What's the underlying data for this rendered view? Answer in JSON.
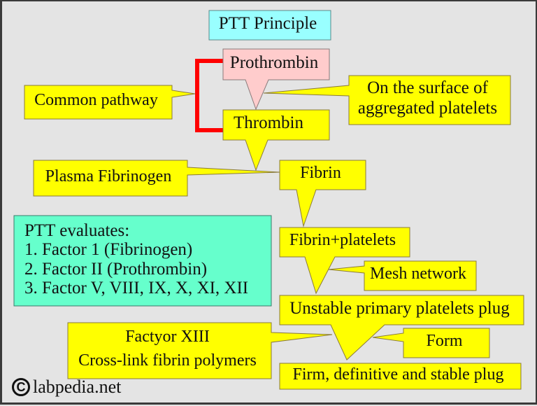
{
  "title": "PTT Principle",
  "colors": {
    "background": "#e4e4e4",
    "title_fill": "#99ffff",
    "prothrombin_fill": "#ffcccc",
    "callout_fill": "#ffff00",
    "evaluates_fill": "#66ffcc",
    "bracket": "#ff0000",
    "box_border": "#8a7a3a"
  },
  "nodes": {
    "prothrombin": "Prothrombin",
    "thrombin": "Thrombin",
    "common_pathway": "Common pathway",
    "surface_note_line1": "On the surface of",
    "surface_note_line2": "aggregated platelets",
    "plasma_fibrinogen": "Plasma Fibrinogen",
    "fibrin": "Fibrin",
    "fibrin_platelets": "Fibrin+platelets",
    "mesh_network": "Mesh network",
    "unstable_plug": "Unstable primary platelets plug",
    "factor_xiii_line1": "Factyor XIII",
    "factor_xiii_line2": "Cross-link fibrin polymers",
    "form": "Form",
    "stable_plug": "Firm, definitive and stable plug"
  },
  "evaluates": {
    "heading": "PTT evaluates:",
    "items": [
      "1. Factor 1 (Fibrinogen)",
      "2. Factor II (Prothrombin)",
      "3. Factor V, VIII, IX, X, XI, XII"
    ]
  },
  "footer": {
    "copyright_symbol": "C",
    "site": "labpedia.net"
  }
}
